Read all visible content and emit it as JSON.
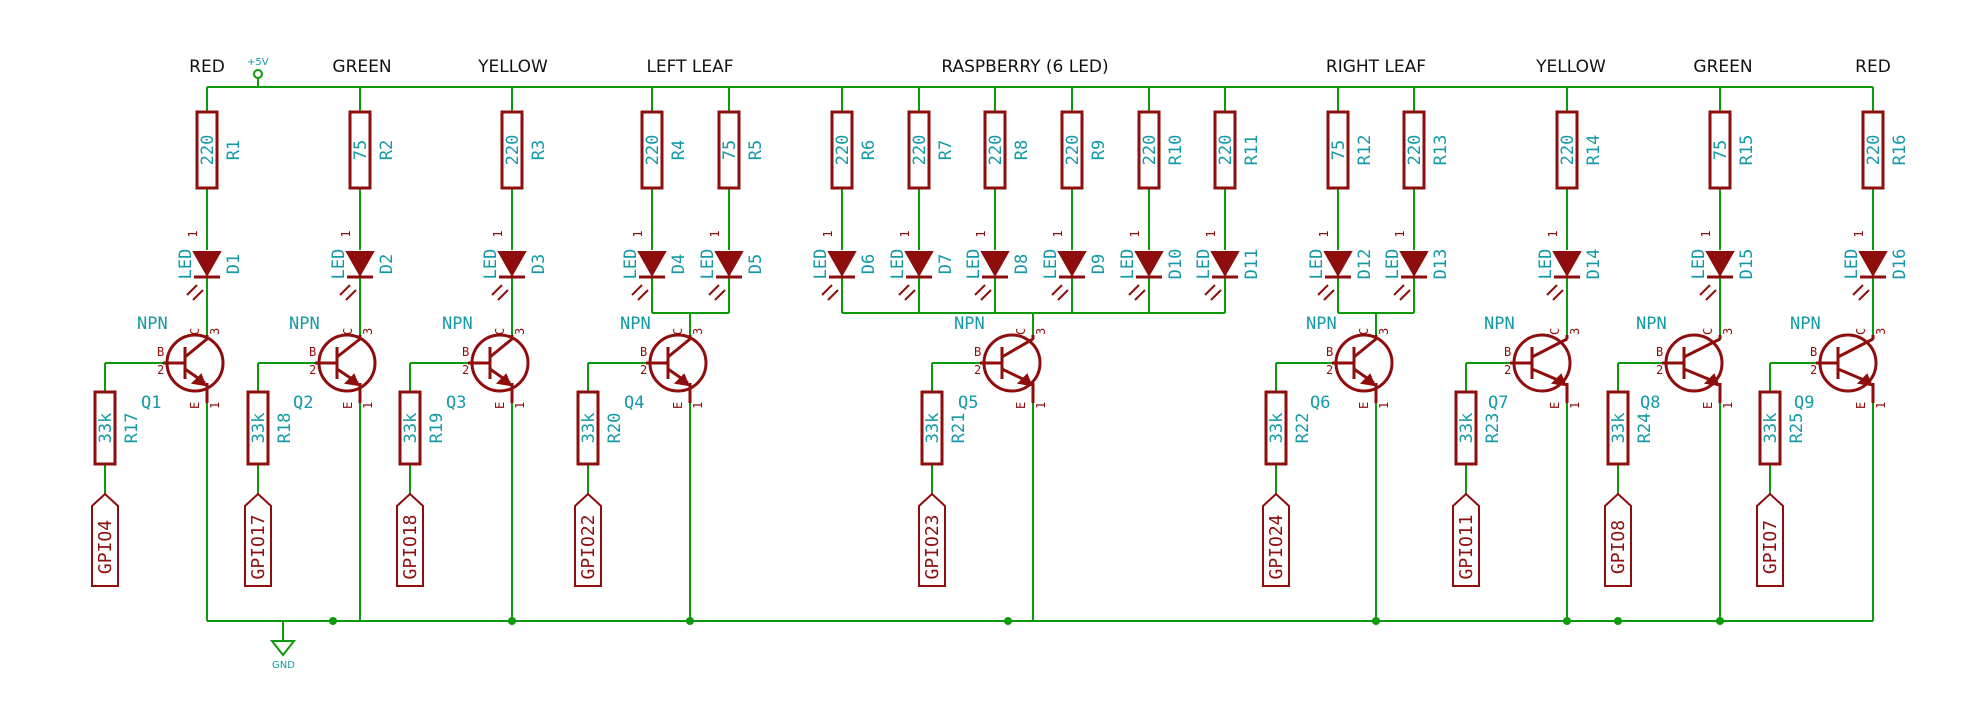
{
  "colors": {
    "wire": "#0c9a0c",
    "part": "#8e0e0e",
    "ref": "#149aa6",
    "text": "#111111"
  },
  "power": {
    "vcc": "+5V",
    "gnd": "GND"
  },
  "group_labels": [
    "RED",
    "GREEN",
    "YELLOW",
    "LEFT LEAF",
    "RASPBERRY (6 LED)",
    "RIGHT LEAF",
    "YELLOW",
    "GREEN",
    "RED"
  ],
  "resistors": [
    {
      "ref": "R1",
      "value": "220"
    },
    {
      "ref": "R2",
      "value": "75"
    },
    {
      "ref": "R3",
      "value": "220"
    },
    {
      "ref": "R4",
      "value": "220"
    },
    {
      "ref": "R5",
      "value": "75"
    },
    {
      "ref": "R6",
      "value": "220"
    },
    {
      "ref": "R7",
      "value": "220"
    },
    {
      "ref": "R8",
      "value": "220"
    },
    {
      "ref": "R9",
      "value": "220"
    },
    {
      "ref": "R10",
      "value": "220"
    },
    {
      "ref": "R11",
      "value": "220"
    },
    {
      "ref": "R12",
      "value": "75"
    },
    {
      "ref": "R13",
      "value": "220"
    },
    {
      "ref": "R14",
      "value": "220"
    },
    {
      "ref": "R15",
      "value": "75"
    },
    {
      "ref": "R16",
      "value": "220"
    }
  ],
  "leds": [
    {
      "ref": "D1",
      "type": "LED"
    },
    {
      "ref": "D2",
      "type": "LED"
    },
    {
      "ref": "D3",
      "type": "LED"
    },
    {
      "ref": "D4",
      "type": "LED"
    },
    {
      "ref": "D5",
      "type": "LED"
    },
    {
      "ref": "D6",
      "type": "LED"
    },
    {
      "ref": "D7",
      "type": "LED"
    },
    {
      "ref": "D8",
      "type": "LED"
    },
    {
      "ref": "D9",
      "type": "LED"
    },
    {
      "ref": "D10",
      "type": "LED"
    },
    {
      "ref": "D11",
      "type": "LED"
    },
    {
      "ref": "D12",
      "type": "LED"
    },
    {
      "ref": "D13",
      "type": "LED"
    },
    {
      "ref": "D14",
      "type": "LED"
    },
    {
      "ref": "D15",
      "type": "LED"
    },
    {
      "ref": "D16",
      "type": "LED"
    }
  ],
  "transistors": [
    {
      "ref": "Q1",
      "type": "NPN"
    },
    {
      "ref": "Q2",
      "type": "NPN"
    },
    {
      "ref": "Q3",
      "type": "NPN"
    },
    {
      "ref": "Q4",
      "type": "NPN"
    },
    {
      "ref": "Q5",
      "type": "NPN"
    },
    {
      "ref": "Q6",
      "type": "NPN"
    },
    {
      "ref": "Q7",
      "type": "NPN"
    },
    {
      "ref": "Q8",
      "type": "NPN"
    },
    {
      "ref": "Q9",
      "type": "NPN"
    }
  ],
  "base_resistors": [
    {
      "ref": "R17",
      "value": "33k"
    },
    {
      "ref": "R18",
      "value": "33k"
    },
    {
      "ref": "R19",
      "value": "33k"
    },
    {
      "ref": "R20",
      "value": "33k"
    },
    {
      "ref": "R21",
      "value": "33k"
    },
    {
      "ref": "R22",
      "value": "33k"
    },
    {
      "ref": "R23",
      "value": "33k"
    },
    {
      "ref": "R24",
      "value": "33k"
    },
    {
      "ref": "R25",
      "value": "33k"
    }
  ],
  "gpio": [
    "GPIO4",
    "GPIO17",
    "GPIO18",
    "GPIO22",
    "GPIO23",
    "GPIO24",
    "GPIO11",
    "GPIO8",
    "GPIO7"
  ],
  "pin_labels": {
    "base": "B",
    "collector": "C",
    "emitter": "E",
    "base_num": "2",
    "collector_num": "3",
    "emitter_num": "1",
    "anode_num": "1"
  }
}
